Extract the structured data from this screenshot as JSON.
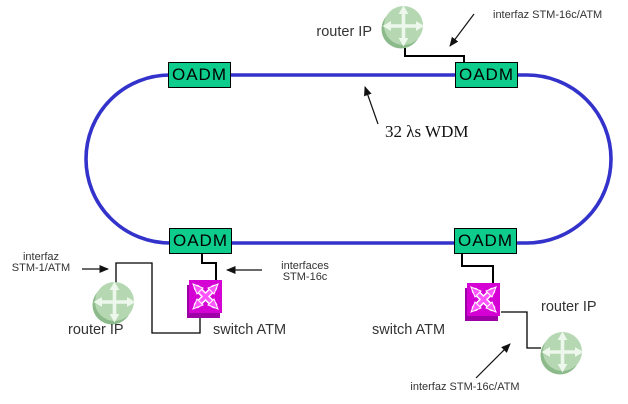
{
  "colors": {
    "ring": "#3333CC",
    "oadm_fill": "#0ECC8C",
    "switch_fill": "#D400D4",
    "switch_dark": "#9E00A8",
    "switch_glyph": "#FF55FF",
    "router_fill": "#B5D8B3",
    "router_shadow": "#8CBA8A",
    "router_arrow": "#EDF7EC",
    "wire": "#000000",
    "label": "#333333"
  },
  "ring_label": {
    "text": "32 λs WDM"
  },
  "nodes": {
    "oadm": [
      {
        "label": "OADM"
      },
      {
        "label": "OADM"
      },
      {
        "label": "OADM"
      },
      {
        "label": "OADM"
      }
    ],
    "routers": [
      {
        "label": "router IP"
      },
      {
        "label": "router IP"
      },
      {
        "label": "router IP"
      }
    ],
    "switches": [
      {
        "label": "switch ATM"
      },
      {
        "label": "switch ATM"
      }
    ]
  },
  "annotations": {
    "top_right": {
      "text": "interfaz STM-16c/ATM"
    },
    "left": {
      "line1": "interfaz",
      "line2": "STM-1/ATM"
    },
    "middle": {
      "line1": "interfaces",
      "line2": "STM-16c"
    },
    "bottom_right": {
      "text": "interfaz STM-16c/ATM"
    }
  }
}
